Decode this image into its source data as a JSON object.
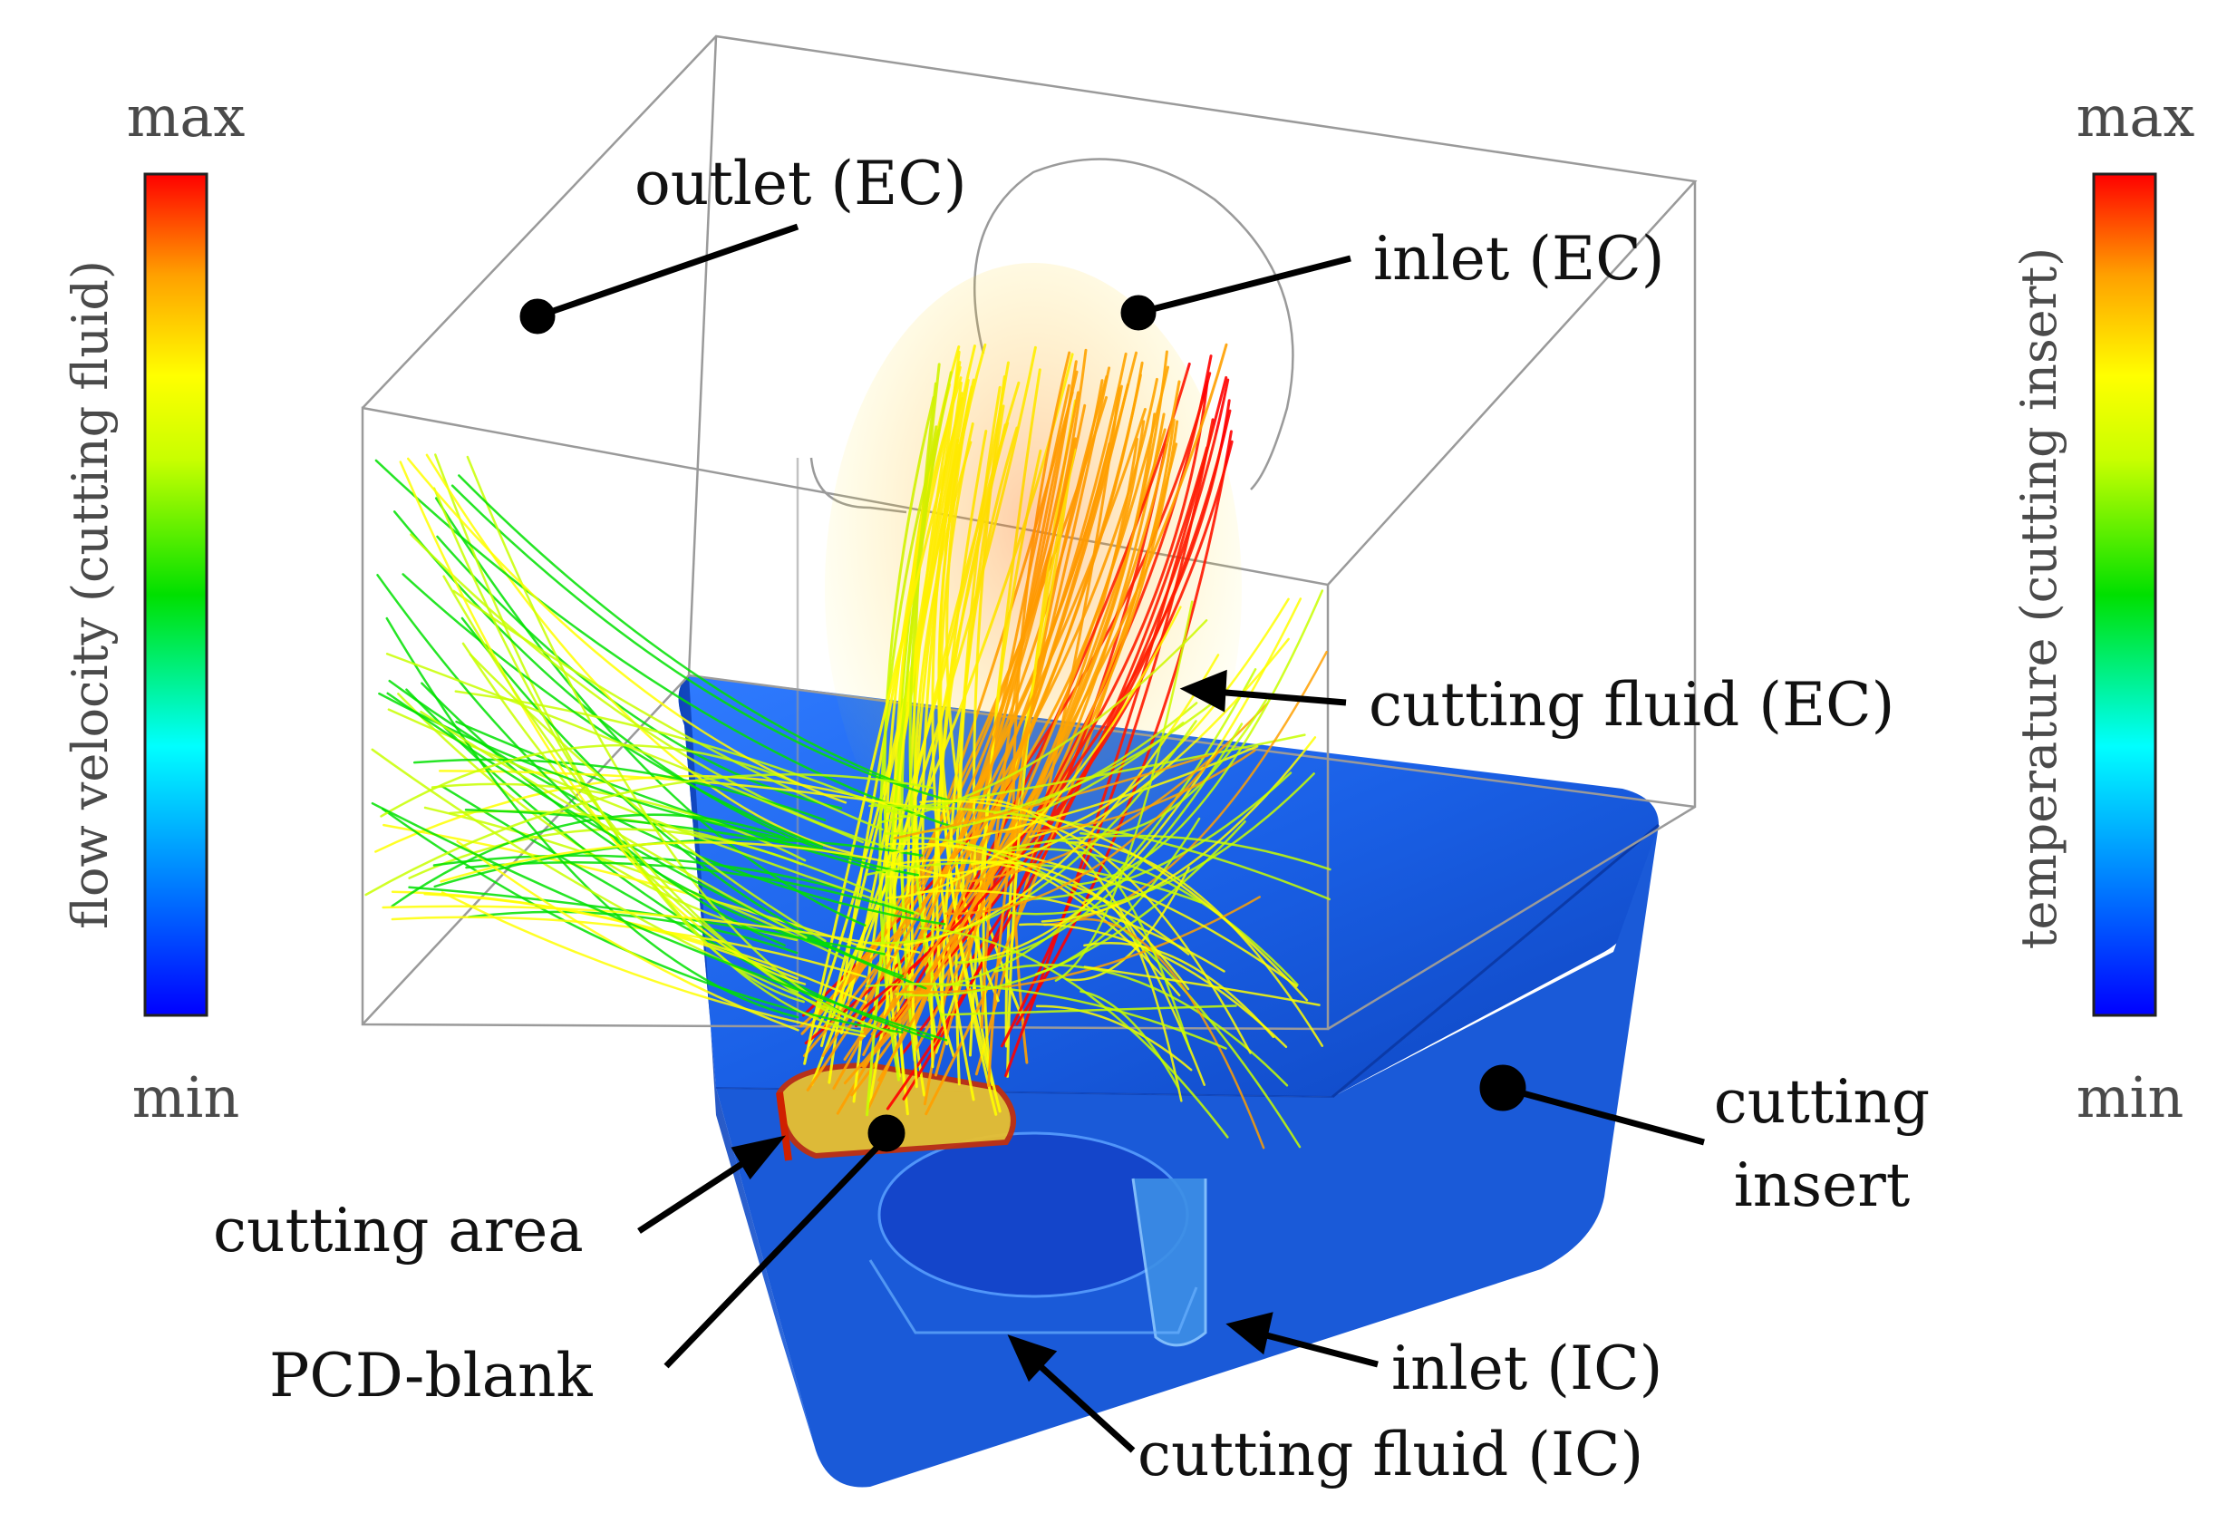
{
  "legend_left": {
    "max_label": "max",
    "min_label": "min",
    "title": "flow velocity (cutting fluid)"
  },
  "legend_right": {
    "max_label": "max",
    "min_label": "min",
    "title": "temperature (cutting insert)"
  },
  "labels": {
    "outlet_ec": "outlet (EC)",
    "inlet_ec": "inlet (EC)",
    "cutting_fluid_ec": "cutting fluid (EC)",
    "cutting_line1": "cutting",
    "cutting_line2": "insert",
    "cutting_area": "cutting area",
    "pcd_blank": "PCD-blank",
    "inlet_ic": "inlet (IC)",
    "cutting_fluid_ic": "cutting fluid (IC)"
  },
  "colors": {
    "insert_blue": "#1a5fe0",
    "colormap": [
      "#0000ff",
      "#00a0ff",
      "#00ffff",
      "#00e000",
      "#c8ff00",
      "#ffff00",
      "#ffa000",
      "#ff0000"
    ]
  }
}
